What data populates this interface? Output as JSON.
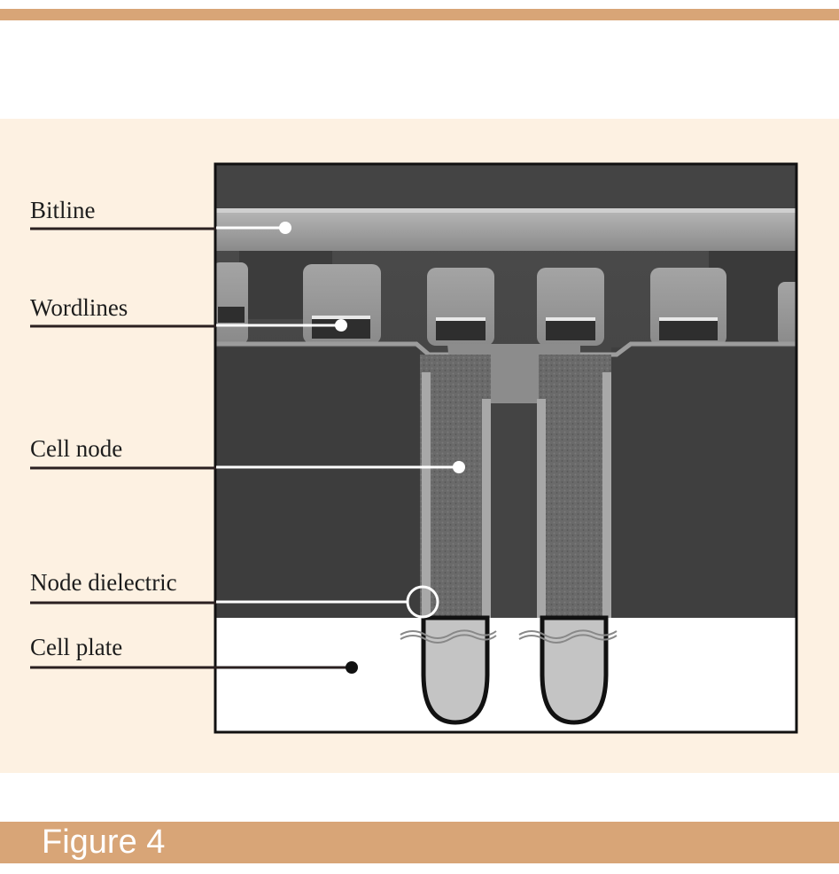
{
  "labels": {
    "bitline": "Bitline",
    "wordlines": "Wordlines",
    "cell_node": "Cell node",
    "node_dielectric": "Node dielectric",
    "cell_plate": "Cell plate"
  },
  "figure_title": "Figure 4",
  "colors": {
    "accent_bar": "#d8a577",
    "panel_background": "#fdf1e2",
    "leader_line": "#2a2020",
    "cell_fill": "#c4c4c4"
  }
}
